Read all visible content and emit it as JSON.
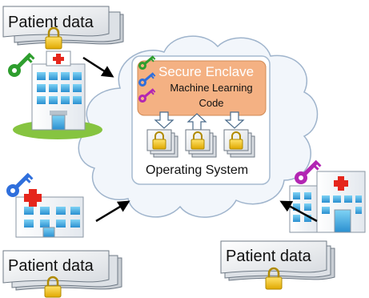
{
  "doc_label": "Patient data",
  "enclave": {
    "title": "Secure Enclave",
    "code_line1": "Machine Learning",
    "code_line2": "Code"
  },
  "os_label": "Operating System",
  "colors": {
    "enclave_fill": "#f4b183",
    "title_text": "#ffffff",
    "key_green": "#2e9e2e",
    "key_blue": "#2f6fdc",
    "key_magenta": "#b326b3",
    "lock_gold": "#f2c200",
    "hospital_red": "#e5261c",
    "cloud_fill": "#f2f6fb"
  },
  "icons": [
    "document-stack-icon",
    "padlock-icon",
    "key-icon",
    "hospital-icon",
    "cloud-icon",
    "arrow-icon"
  ]
}
